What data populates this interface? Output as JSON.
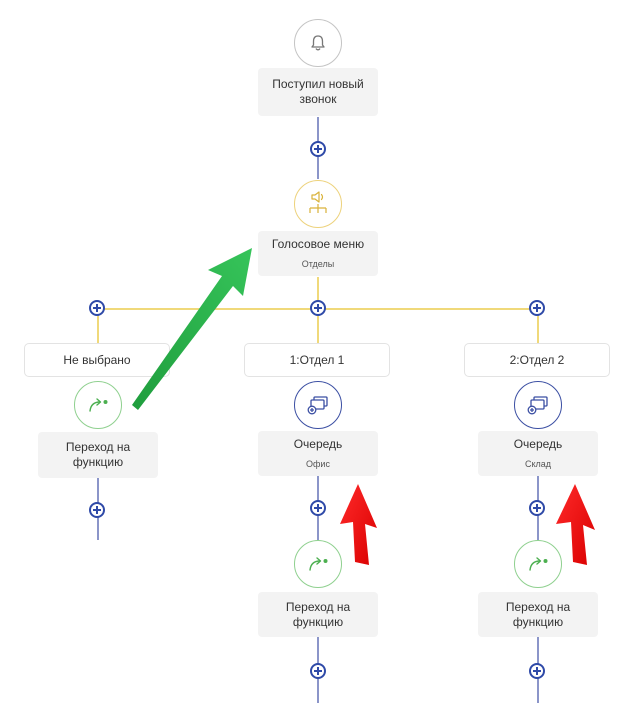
{
  "trigger": {
    "icon": "bell-icon",
    "label": "Поступил новый звонок"
  },
  "voice_menu": {
    "icon": "speaker-menu-icon",
    "label": "Голосовое меню",
    "sublabel": "Отделы"
  },
  "branches": [
    {
      "label": "Не выбрано",
      "nodes": [
        {
          "icon": "redirect-arrow-icon",
          "label": "Переход на функцию"
        }
      ]
    },
    {
      "label": "1:Отдел 1",
      "nodes": [
        {
          "icon": "queue-icon",
          "label": "Очередь",
          "sublabel": "Офис"
        },
        {
          "icon": "redirect-arrow-icon",
          "label": "Переход на функцию"
        }
      ]
    },
    {
      "label": "2:Отдел 2",
      "nodes": [
        {
          "icon": "queue-icon",
          "label": "Очередь",
          "sublabel": "Склад"
        },
        {
          "icon": "redirect-arrow-icon",
          "label": "Переход на функцию"
        }
      ]
    }
  ],
  "colors": {
    "connector": "#8b95c9",
    "menu_connector": "#f0d97a",
    "plus": "#2f4aa8",
    "green_arrow": "#22aa44",
    "red_arrow": "#ee1111"
  }
}
